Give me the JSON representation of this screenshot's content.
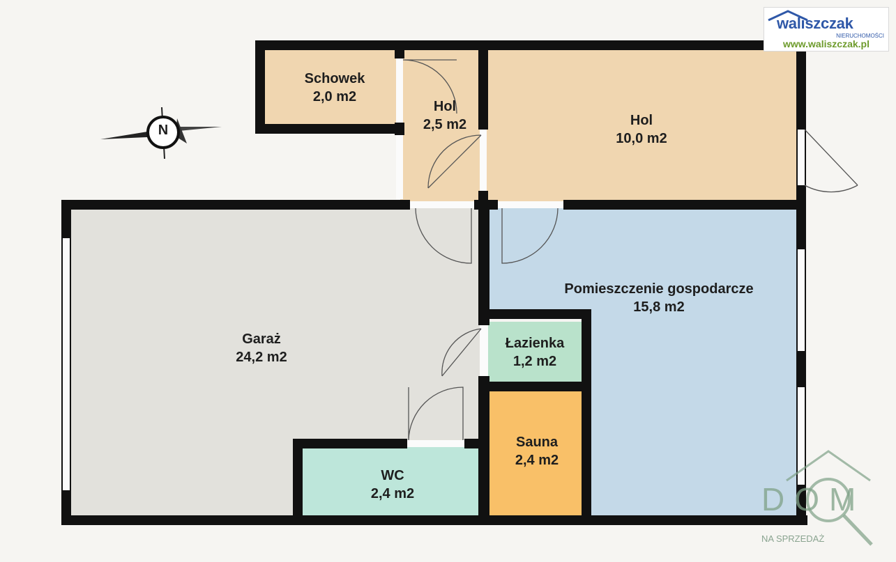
{
  "branding": {
    "brand": "waliszczak",
    "subtitle": "NIERUCHOMOŚCI",
    "url": "www.waliszczak.pl"
  },
  "watermark": {
    "text": "DOM",
    "subtitle": "NA SPRZEDAŻ"
  },
  "compass": {
    "label": "N",
    "icon": "compass-icon"
  },
  "rooms": [
    {
      "id": "schowek",
      "name": "Schowek",
      "area": "2,0 m2",
      "color": "#f0d6b0"
    },
    {
      "id": "hol-small",
      "name": "Hol",
      "area": "2,5 m2",
      "color": "#f0d6b0"
    },
    {
      "id": "hol-large",
      "name": "Hol",
      "area": "10,0 m2",
      "color": "#f0d6b0"
    },
    {
      "id": "garaz",
      "name": "Garaż",
      "area": "24,2 m2",
      "color": "#e2e1dc"
    },
    {
      "id": "pomieszczenie",
      "name": "Pomieszczenie gospodarcze",
      "area": "15,8 m2",
      "color": "#c4d9e8"
    },
    {
      "id": "lazienka",
      "name": "Łazienka",
      "area": "1,2 m2",
      "color": "#b9e2cb"
    },
    {
      "id": "sauna",
      "name": "Sauna",
      "area": "2,4 m2",
      "color": "#f9c068"
    },
    {
      "id": "wc",
      "name": "WC",
      "area": "2,4 m2",
      "color": "#bde6da"
    }
  ],
  "colors": {
    "wall": "#111111",
    "background": "#f6f5f2"
  }
}
